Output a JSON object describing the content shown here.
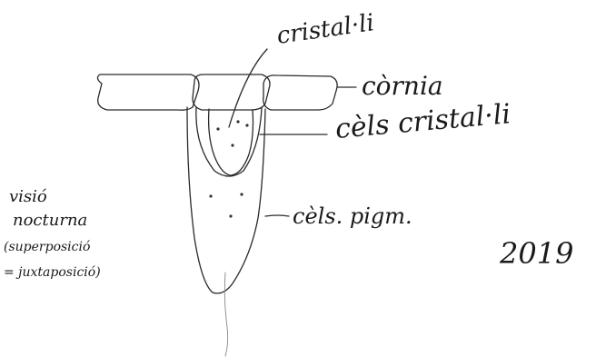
{
  "labels": {
    "crystal_top": "cristal·li",
    "cornea": "còrnia",
    "crystal_cells": "cèls cristal·li",
    "pigment_cells": "cèls. pigm.",
    "vision_line1": "visió",
    "vision_line2": "nocturna",
    "vision_line3": "(superposició",
    "vision_line4": "= juxtaposició)",
    "number": "2019"
  }
}
